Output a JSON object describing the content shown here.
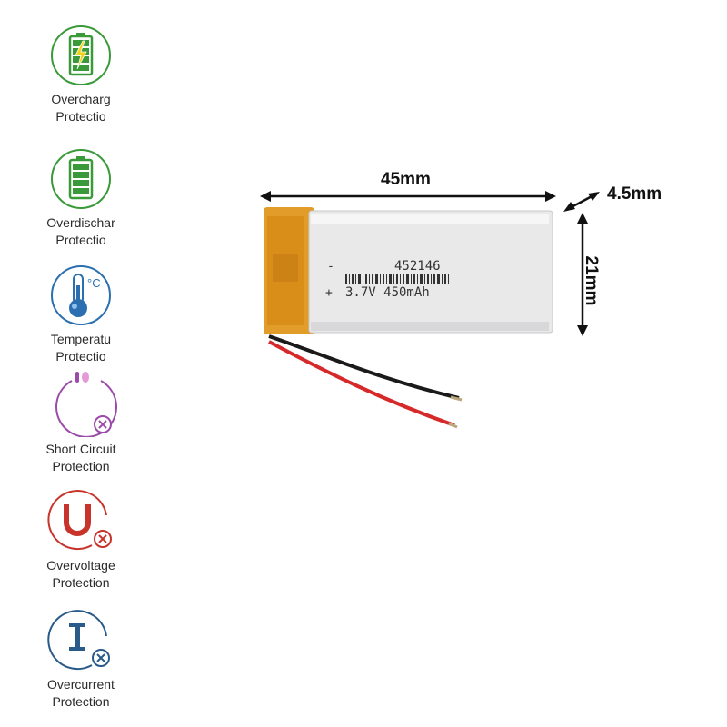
{
  "features": [
    {
      "id": "overcharge",
      "line1": "Overcharg",
      "line2": "Protectio",
      "icon": "battery-bolt-icon",
      "color": "#3a9a3a"
    },
    {
      "id": "overdischarge",
      "line1": "Overdischar",
      "line2": "Protectio",
      "icon": "battery-full-icon",
      "color": "#3a9a3a"
    },
    {
      "id": "temperature",
      "line1": "Temperatu",
      "line2": "Protectio",
      "icon": "thermometer-icon",
      "color": "#2c6fb0"
    },
    {
      "id": "short-circuit",
      "line1": "Short Circuit",
      "line2": "Protection",
      "icon": "short-circuit-icon",
      "color": "#9b4ca8"
    },
    {
      "id": "overvoltage",
      "line1": "Overvoltage",
      "line2": "Protection",
      "icon": "voltage-u-icon",
      "color": "#c8342c"
    },
    {
      "id": "overcurrent",
      "line1": "Overcurrent",
      "line2": "Protection",
      "icon": "current-i-icon",
      "color": "#2a5a8a"
    }
  ],
  "dimensions": {
    "length": "45mm",
    "thickness": "4.5mm",
    "width": "21mm"
  },
  "battery": {
    "model": "452146",
    "minus": "-",
    "plus": "+",
    "spec": "3.7V 450mAh"
  },
  "temperature_unit": "°C"
}
